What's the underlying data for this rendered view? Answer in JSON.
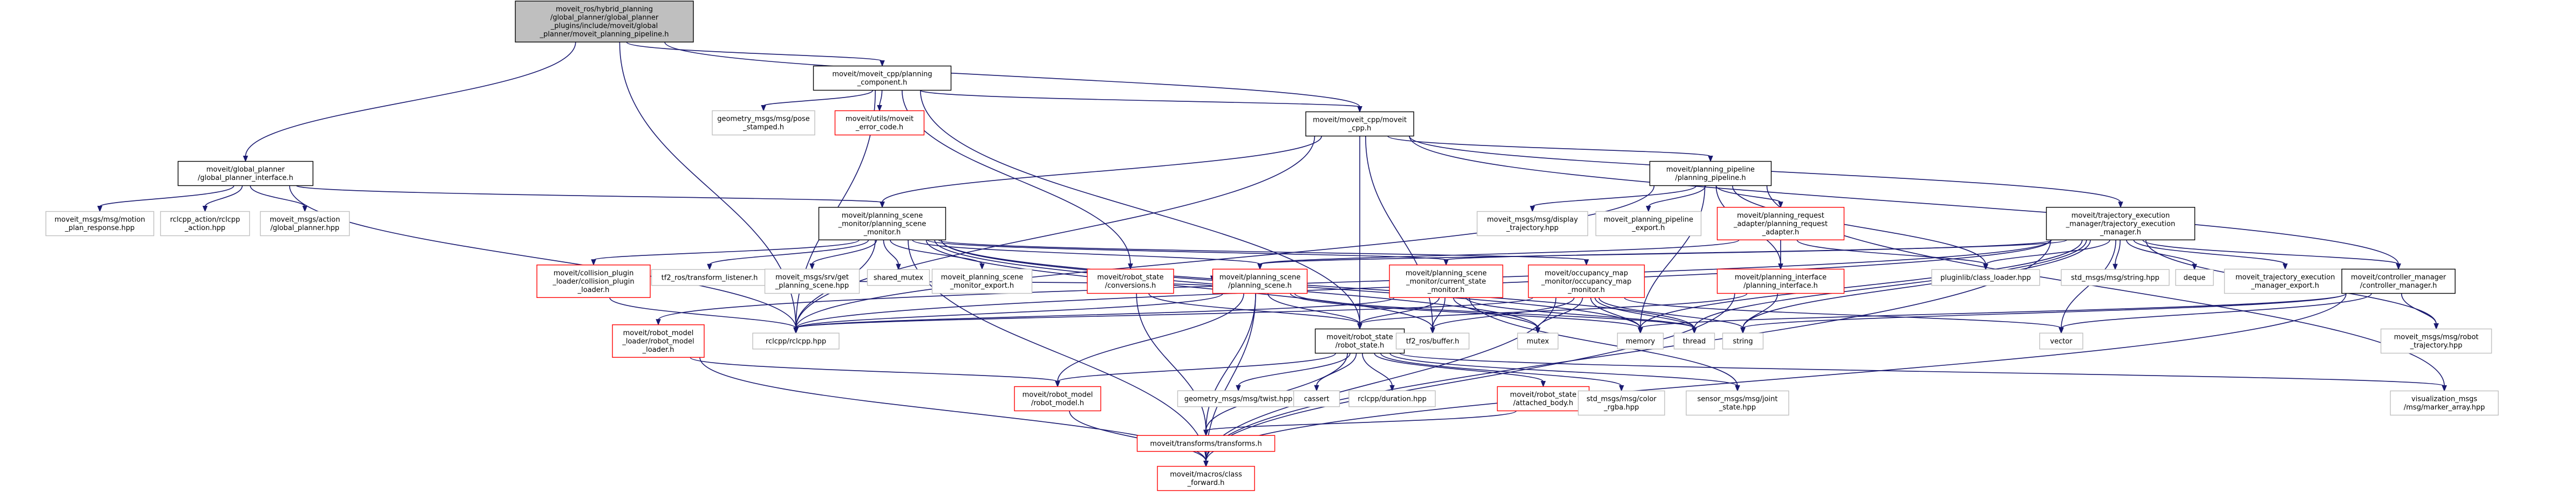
{
  "colors": {
    "edge": "#191970",
    "root_fill": "#bfbfbf",
    "root_border": "#000000",
    "normal_border": "#000000",
    "missing_border": "#bfbfbf",
    "red_text": "#ff0000",
    "red_border": "#ff0000"
  },
  "nodes": [
    {
      "id": "root",
      "lines": [
        "moveit_ros/hybrid_planning",
        "/global_planner/global_planner",
        "_plugins/include/moveit/global",
        "_planner/moveit_planning_pipeline.h"
      ],
      "kind": "root"
    },
    {
      "id": "cpp_comp",
      "lines": [
        "moveit/moveit_cpp/planning",
        "_component.h"
      ],
      "kind": "normal"
    },
    {
      "id": "moveit_cpp",
      "lines": [
        "moveit/moveit_cpp/moveit",
        "_cpp.h"
      ],
      "kind": "normal"
    },
    {
      "id": "gp_iface",
      "lines": [
        "moveit/global_planner",
        "/global_planner_interface.h"
      ],
      "kind": "normal"
    },
    {
      "id": "pose_stamped",
      "lines": [
        "geometry_msgs/msg/pose",
        "_stamped.h"
      ],
      "kind": "missing"
    },
    {
      "id": "error_code",
      "lines": [
        "moveit/utils/moveit",
        "_error_code.h"
      ],
      "kind": "red"
    },
    {
      "id": "planning_pipeline",
      "lines": [
        "moveit/planning_pipeline",
        "/planning_pipeline.h"
      ],
      "kind": "normal"
    },
    {
      "id": "motion_plan",
      "lines": [
        "moveit_msgs/msg/motion",
        "_plan_response.hpp"
      ],
      "kind": "missing"
    },
    {
      "id": "rclcpp_action",
      "lines": [
        "rclcpp_action/rclcpp",
        "_action.hpp"
      ],
      "kind": "missing"
    },
    {
      "id": "global_planner_hpp",
      "lines": [
        "moveit_msgs/action",
        "/global_planner.hpp"
      ],
      "kind": "missing"
    },
    {
      "id": "psm",
      "lines": [
        "moveit/planning_scene",
        "_monitor/planning_scene",
        "_monitor.h"
      ],
      "kind": "normal"
    },
    {
      "id": "display_traj",
      "lines": [
        "moveit_msgs/msg/display",
        "_trajectory.hpp"
      ],
      "kind": "missing"
    },
    {
      "id": "pp_export",
      "lines": [
        "moveit_planning_pipeline",
        "_export.h"
      ],
      "kind": "missing"
    },
    {
      "id": "req_adapter",
      "lines": [
        "moveit/planning_request",
        "_adapter/planning_request",
        "_adapter.h"
      ],
      "kind": "red"
    },
    {
      "id": "tem",
      "lines": [
        "moveit/trajectory_execution",
        "_manager/trajectory_execution",
        "_manager.h"
      ],
      "kind": "normal"
    },
    {
      "id": "collision_plugin",
      "lines": [
        "moveit/collision_plugin",
        "_loader/collision_plugin",
        "_loader.h"
      ],
      "kind": "red"
    },
    {
      "id": "tf2_listener",
      "lines": [
        "tf2_ros/transform_listener.h"
      ],
      "kind": "missing"
    },
    {
      "id": "get_ps",
      "lines": [
        "moveit_msgs/srv/get",
        "_planning_scene.hpp"
      ],
      "kind": "missing"
    },
    {
      "id": "shared_mutex",
      "lines": [
        "shared_mutex"
      ],
      "kind": "missing"
    },
    {
      "id": "psm_export",
      "lines": [
        "moveit_planning_scene",
        "_monitor_export.h"
      ],
      "kind": "missing"
    },
    {
      "id": "rs_conv",
      "lines": [
        "moveit/robot_state",
        "/conversions.h"
      ],
      "kind": "red"
    },
    {
      "id": "planning_scene",
      "lines": [
        "moveit/planning_scene",
        "/planning_scene.h"
      ],
      "kind": "red"
    },
    {
      "id": "csm",
      "lines": [
        "moveit/planning_scene",
        "_monitor/current_state",
        "_monitor.h"
      ],
      "kind": "red"
    },
    {
      "id": "occ",
      "lines": [
        "moveit/occupancy_map",
        "_monitor/occupancy_map",
        "_monitor.h"
      ],
      "kind": "red"
    },
    {
      "id": "pi_iface",
      "lines": [
        "moveit/planning_interface",
        "/planning_interface.h"
      ],
      "kind": "red"
    },
    {
      "id": "class_loader",
      "lines": [
        "pluginlib/class_loader.hpp"
      ],
      "kind": "missing"
    },
    {
      "id": "std_string",
      "lines": [
        "std_msgs/msg/string.hpp"
      ],
      "kind": "missing"
    },
    {
      "id": "deque",
      "lines": [
        "deque"
      ],
      "kind": "missing"
    },
    {
      "id": "tem_export",
      "lines": [
        "moveit_trajectory_execution",
        "_manager_export.h"
      ],
      "kind": "missing"
    },
    {
      "id": "controller_mgr",
      "lines": [
        "moveit/controller_manager",
        "/controller_manager.h"
      ],
      "kind": "normal"
    },
    {
      "id": "rml",
      "lines": [
        "moveit/robot_model",
        "_loader/robot_model",
        "_loader.h"
      ],
      "kind": "red"
    },
    {
      "id": "rclcpp",
      "lines": [
        "rclcpp/rclcpp.hpp"
      ],
      "kind": "missing"
    },
    {
      "id": "robot_state",
      "lines": [
        "moveit/robot_state",
        "/robot_state.h"
      ],
      "kind": "normal"
    },
    {
      "id": "tf2_buffer",
      "lines": [
        "tf2_ros/buffer.h"
      ],
      "kind": "missing"
    },
    {
      "id": "mutex",
      "lines": [
        "mutex"
      ],
      "kind": "missing"
    },
    {
      "id": "memory",
      "lines": [
        "memory"
      ],
      "kind": "missing"
    },
    {
      "id": "thread",
      "lines": [
        "thread"
      ],
      "kind": "missing"
    },
    {
      "id": "string",
      "lines": [
        "string"
      ],
      "kind": "missing"
    },
    {
      "id": "vector",
      "lines": [
        "vector"
      ],
      "kind": "missing"
    },
    {
      "id": "robot_traj",
      "lines": [
        "moveit_msgs/msg/robot",
        "_trajectory.hpp"
      ],
      "kind": "missing"
    },
    {
      "id": "robot_model",
      "lines": [
        "moveit/robot_model",
        "/robot_model.h"
      ],
      "kind": "red"
    },
    {
      "id": "twist",
      "lines": [
        "geometry_msgs/msg/twist.hpp"
      ],
      "kind": "missing"
    },
    {
      "id": "cassert",
      "lines": [
        "cassert"
      ],
      "kind": "missing"
    },
    {
      "id": "duration",
      "lines": [
        "rclcpp/duration.hpp"
      ],
      "kind": "missing"
    },
    {
      "id": "attached_body",
      "lines": [
        "moveit/robot_state",
        "/attached_body.h"
      ],
      "kind": "red"
    },
    {
      "id": "color_rgba",
      "lines": [
        "std_msgs/msg/color",
        "_rgba.hpp"
      ],
      "kind": "missing"
    },
    {
      "id": "joint_state",
      "lines": [
        "sensor_msgs/msg/joint",
        "_state.hpp"
      ],
      "kind": "missing"
    },
    {
      "id": "marker_array",
      "lines": [
        "visualization_msgs",
        "/msg/marker_array.hpp"
      ],
      "kind": "missing"
    },
    {
      "id": "transforms",
      "lines": [
        "moveit/transforms/transforms.h"
      ],
      "kind": "red"
    },
    {
      "id": "class_forward",
      "lines": [
        "moveit/macros/class",
        "_forward.h"
      ],
      "kind": "red"
    }
  ],
  "edges": [
    [
      "root",
      "cpp_comp"
    ],
    [
      "root",
      "moveit_cpp"
    ],
    [
      "root",
      "gp_iface"
    ],
    [
      "root",
      "rclcpp"
    ],
    [
      "cpp_comp",
      "pose_stamped"
    ],
    [
      "cpp_comp",
      "error_code"
    ],
    [
      "cpp_comp",
      "moveit_cpp"
    ],
    [
      "cpp_comp",
      "rs_conv"
    ],
    [
      "cpp_comp",
      "robot_state"
    ],
    [
      "cpp_comp",
      "rclcpp"
    ],
    [
      "moveit_cpp",
      "planning_pipeline"
    ],
    [
      "moveit_cpp",
      "psm"
    ],
    [
      "moveit_cpp",
      "tem"
    ],
    [
      "moveit_cpp",
      "robot_state"
    ],
    [
      "moveit_cpp",
      "controller_mgr"
    ],
    [
      "moveit_cpp",
      "tf2_buffer"
    ],
    [
      "moveit_cpp",
      "rclcpp"
    ],
    [
      "gp_iface",
      "motion_plan"
    ],
    [
      "gp_iface",
      "rclcpp_action"
    ],
    [
      "gp_iface",
      "global_planner_hpp"
    ],
    [
      "gp_iface",
      "psm"
    ],
    [
      "gp_iface",
      "rclcpp"
    ],
    [
      "planning_pipeline",
      "display_traj"
    ],
    [
      "planning_pipeline",
      "pp_export"
    ],
    [
      "planning_pipeline",
      "req_adapter"
    ],
    [
      "planning_pipeline",
      "pi_iface"
    ],
    [
      "planning_pipeline",
      "class_loader"
    ],
    [
      "planning_pipeline",
      "memory"
    ],
    [
      "planning_pipeline",
      "marker_array"
    ],
    [
      "planning_pipeline",
      "rclcpp"
    ],
    [
      "psm",
      "collision_plugin"
    ],
    [
      "psm",
      "tf2_listener"
    ],
    [
      "psm",
      "get_ps"
    ],
    [
      "psm",
      "shared_mutex"
    ],
    [
      "psm",
      "psm_export"
    ],
    [
      "psm",
      "planning_scene"
    ],
    [
      "psm",
      "csm"
    ],
    [
      "psm",
      "occ"
    ],
    [
      "psm",
      "rclcpp"
    ],
    [
      "psm",
      "memory"
    ],
    [
      "psm",
      "thread"
    ],
    [
      "psm",
      "mutex"
    ],
    [
      "psm",
      "tf2_buffer"
    ],
    [
      "psm",
      "class_forward"
    ],
    [
      "req_adapter",
      "pi_iface"
    ],
    [
      "req_adapter",
      "planning_scene"
    ],
    [
      "req_adapter",
      "class_loader"
    ],
    [
      "tem",
      "class_loader"
    ],
    [
      "tem",
      "std_string"
    ],
    [
      "tem",
      "deque"
    ],
    [
      "tem",
      "tem_export"
    ],
    [
      "tem",
      "controller_mgr"
    ],
    [
      "tem",
      "rml"
    ],
    [
      "tem",
      "planning_scene"
    ],
    [
      "tem",
      "csm"
    ],
    [
      "tem",
      "robot_traj"
    ],
    [
      "tem",
      "rclcpp"
    ],
    [
      "tem",
      "memory"
    ],
    [
      "tem",
      "thread"
    ],
    [
      "tem",
      "string"
    ],
    [
      "tem",
      "vector"
    ],
    [
      "tem",
      "class_forward"
    ],
    [
      "collision_plugin",
      "planning_scene"
    ],
    [
      "collision_plugin",
      "rclcpp"
    ],
    [
      "rs_conv",
      "robot_state"
    ],
    [
      "rs_conv",
      "transforms"
    ],
    [
      "planning_scene",
      "robot_state"
    ],
    [
      "planning_scene",
      "robot_model"
    ],
    [
      "planning_scene",
      "transforms"
    ],
    [
      "planning_scene",
      "rclcpp"
    ],
    [
      "planning_scene",
      "class_forward"
    ],
    [
      "planning_scene",
      "memory"
    ],
    [
      "planning_scene",
      "thread"
    ],
    [
      "csm",
      "robot_state"
    ],
    [
      "csm",
      "tf2_buffer"
    ],
    [
      "csm",
      "mutex"
    ],
    [
      "csm",
      "thread"
    ],
    [
      "csm",
      "joint_state"
    ],
    [
      "csm",
      "rclcpp"
    ],
    [
      "occ",
      "tf2_buffer"
    ],
    [
      "occ",
      "mutex"
    ],
    [
      "occ",
      "memory"
    ],
    [
      "occ",
      "thread"
    ],
    [
      "occ",
      "string"
    ],
    [
      "occ",
      "vector"
    ],
    [
      "occ",
      "class_forward"
    ],
    [
      "occ",
      "rclcpp"
    ],
    [
      "pi_iface",
      "robot_state"
    ],
    [
      "pi_iface",
      "string"
    ],
    [
      "pi_iface",
      "class_forward"
    ],
    [
      "controller_mgr",
      "robot_traj"
    ],
    [
      "controller_mgr",
      "string"
    ],
    [
      "controller_mgr",
      "vector"
    ],
    [
      "controller_mgr",
      "class_forward"
    ],
    [
      "controller_mgr",
      "memory"
    ],
    [
      "rml",
      "robot_model"
    ],
    [
      "rml",
      "class_forward"
    ],
    [
      "robot_state",
      "robot_model"
    ],
    [
      "robot_state",
      "twist"
    ],
    [
      "robot_state",
      "cassert"
    ],
    [
      "robot_state",
      "duration"
    ],
    [
      "robot_state",
      "attached_body"
    ],
    [
      "robot_state",
      "color_rgba"
    ],
    [
      "robot_state",
      "joint_state"
    ],
    [
      "robot_state",
      "marker_array"
    ],
    [
      "robot_state",
      "transforms"
    ],
    [
      "attached_body",
      "transforms"
    ],
    [
      "robot_model",
      "class_forward"
    ],
    [
      "transforms",
      "class_forward"
    ]
  ]
}
